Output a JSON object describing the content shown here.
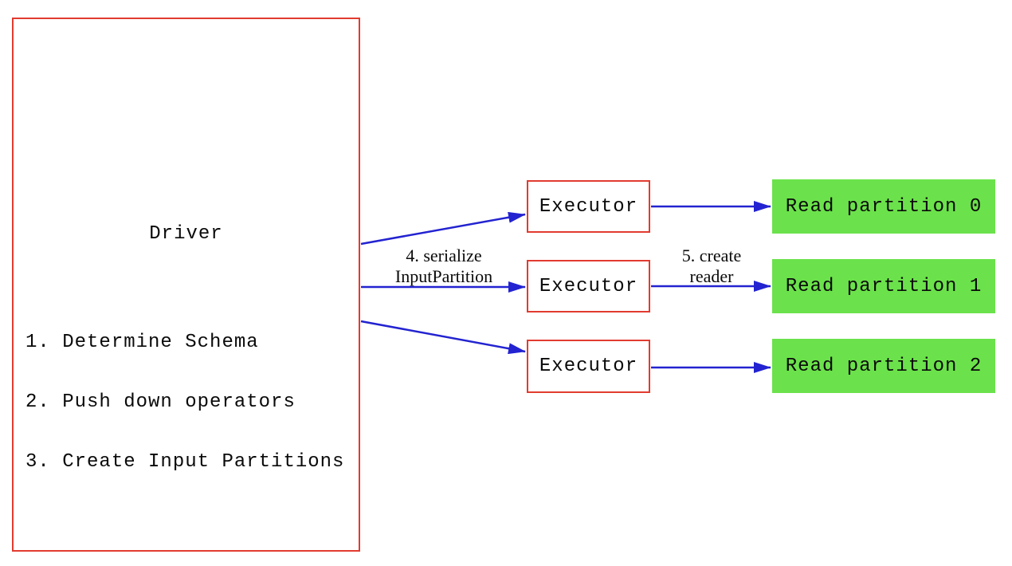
{
  "diagram": {
    "driver": {
      "title": "Driver",
      "steps": [
        "1. Determine Schema",
        "2. Push down operators",
        "3. Create Input Partitions"
      ]
    },
    "executors": [
      {
        "label": "Executor"
      },
      {
        "label": "Executor"
      },
      {
        "label": "Executor"
      }
    ],
    "partitions": [
      {
        "label": "Read partition 0"
      },
      {
        "label": "Read partition 1"
      },
      {
        "label": "Read partition 2"
      }
    ],
    "edge_labels": {
      "serialize": {
        "line1": "4. serialize",
        "line2": "InputPartition"
      },
      "create_reader": {
        "line1": "5. create",
        "line2": "reader"
      }
    },
    "colors": {
      "box_border_red": "#e23b30",
      "arrow_blue": "#2323d1",
      "partition_green": "#6be24b",
      "text_black": "#0a0a0a",
      "background": "#ffffff"
    }
  }
}
